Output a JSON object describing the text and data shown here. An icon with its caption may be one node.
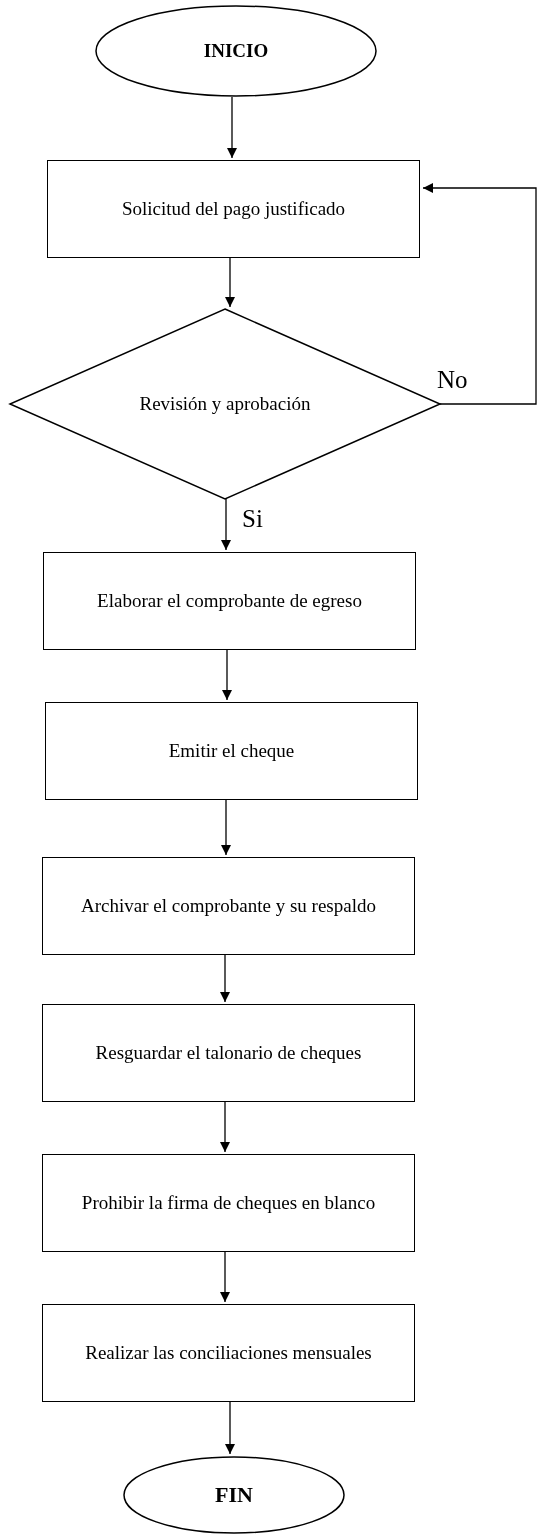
{
  "diagram": {
    "nodes": [
      {
        "text": [
          "INICIO"
        ]
      },
      {
        "text": [
          "Solicitud del pago justificado"
        ]
      },
      {
        "text": [
          "Revisión y aprobación"
        ]
      },
      {
        "text": [
          "Elaborar el comprobante de egreso"
        ]
      },
      {
        "text": [
          "Emitir el cheque"
        ]
      },
      {
        "text": [
          "Archivar el comprobante y su respaldo"
        ]
      },
      {
        "text": [
          "Resguardar el talonario de cheques"
        ]
      },
      {
        "text": [
          "Prohibir la firma de cheques en blanco"
        ]
      },
      {
        "text": [
          "Realizar las conciliaciones mensuales"
        ]
      },
      {
        "text": [
          "FIN"
        ]
      }
    ],
    "edges": [
      {
        "from": 0,
        "to": 1,
        "arrow": "to"
      },
      {
        "from": 1,
        "to": 2,
        "arrow": "to"
      },
      {
        "from": 2,
        "to": 1,
        "arrow": "to",
        "label": "No"
      },
      {
        "from": 2,
        "to": 3,
        "arrow": "to",
        "label": "Si"
      },
      {
        "from": 3,
        "to": 4,
        "arrow": "to"
      },
      {
        "from": 4,
        "to": 5,
        "arrow": "to"
      },
      {
        "from": 5,
        "to": 6,
        "arrow": "to"
      },
      {
        "from": 6,
        "to": 7,
        "arrow": "to"
      },
      {
        "from": 7,
        "to": 8,
        "arrow": "to"
      },
      {
        "from": 8,
        "to": 9,
        "arrow": "to"
      }
    ]
  }
}
